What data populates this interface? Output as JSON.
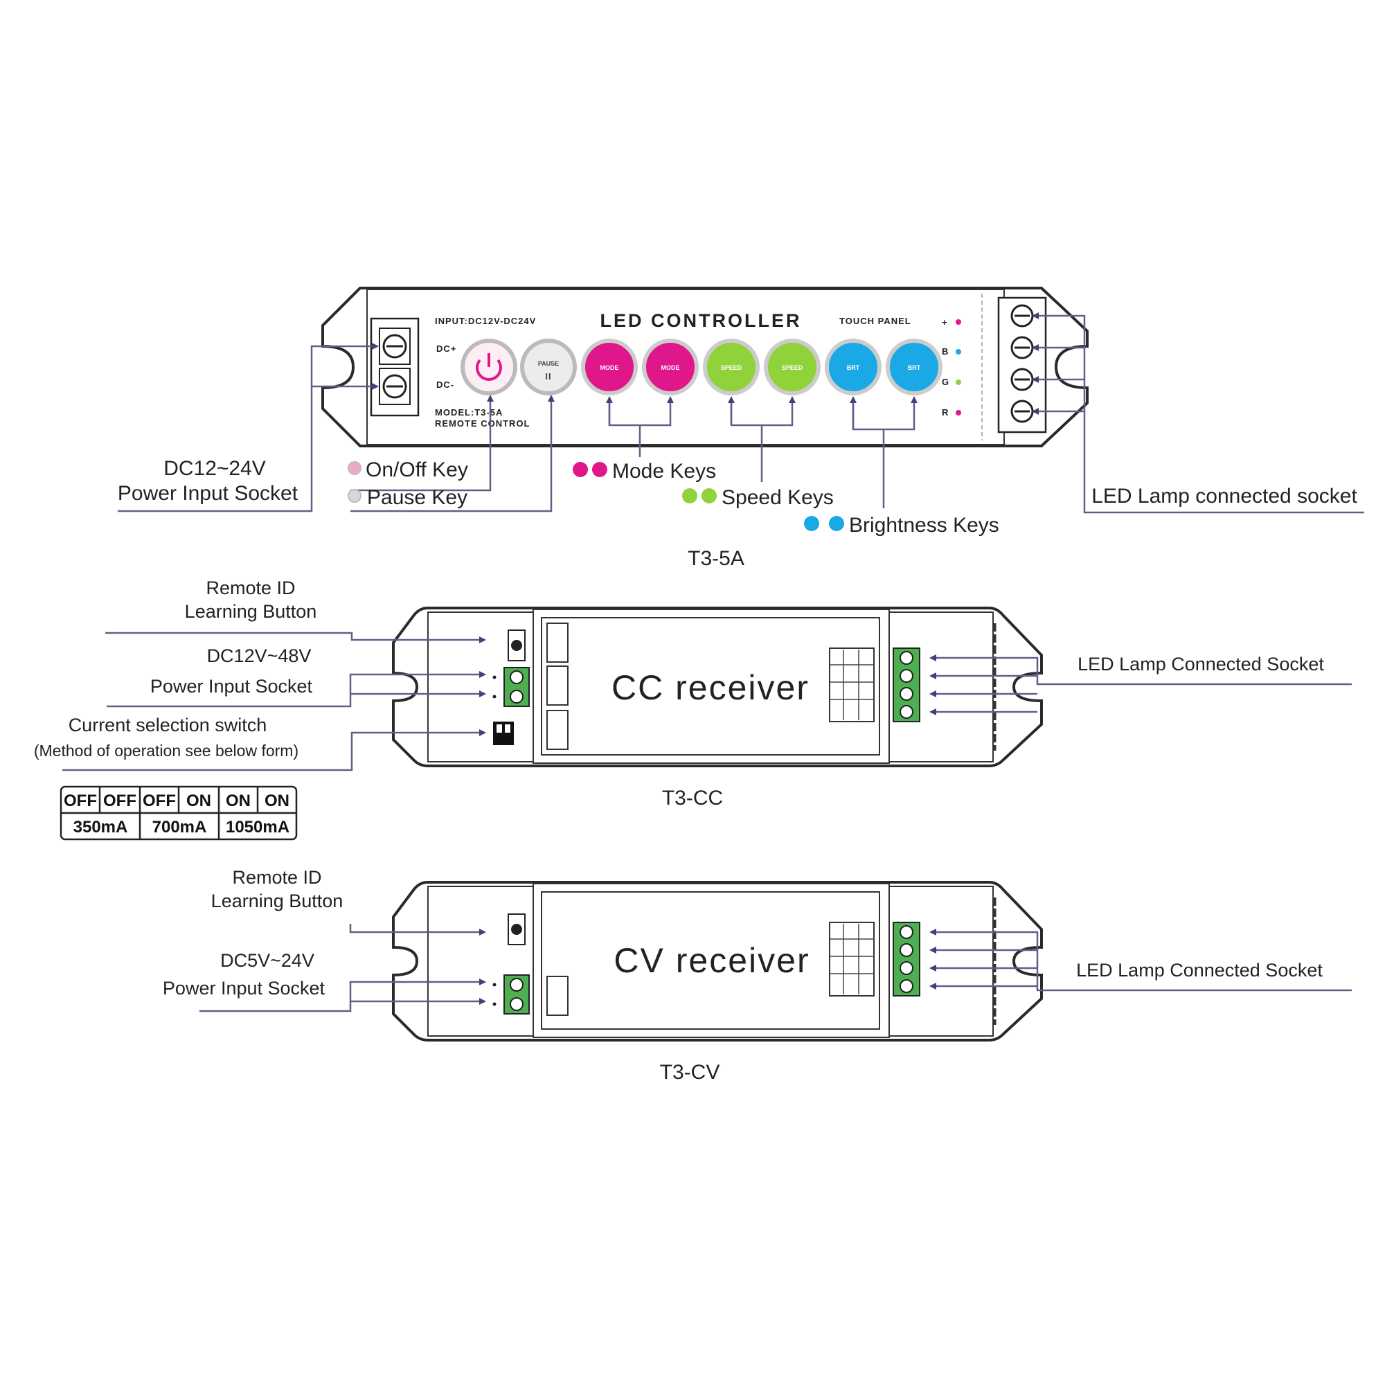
{
  "colors": {
    "mode_key": "#e0178a",
    "speed_key": "#8fd23a",
    "brightness_key": "#1aa8e6",
    "onoff_key": "#f0a8c8",
    "pause_key": "#d8d8d8",
    "terminal_green": "#4caf50",
    "leader_line": "#6a5a88",
    "outline": "#2a2a2a"
  },
  "t3_5a": {
    "device": {
      "title": "LED CONTROLLER",
      "input": "INPUT:DC12V-DC24V",
      "touch_panel": "TOUCH PANEL",
      "model": "MODEL:T3-5A",
      "remote_control": "REMOTE  CONTROL",
      "dc_plus": "DC+",
      "dc_minus": "DC-",
      "channel_plus": "+",
      "channel_b": "B",
      "channel_g": "G",
      "channel_r": "R",
      "pause_text": "PAUSE",
      "pause_symbol": "II",
      "mode_text": "MODE",
      "speed_text": "SPEED",
      "brt_text": "BRT"
    },
    "labels": {
      "power_line1": "DC12~24V",
      "power_line2": "Power Input Socket",
      "onoff_key": "On/Off  Key",
      "pause_key": "Pause Key",
      "mode_keys": "Mode Keys",
      "speed_keys": "Speed Keys",
      "brightness_keys": "Brightness Keys",
      "lamp_socket": "LED Lamp connected socket"
    },
    "caption": "T3-5A"
  },
  "t3_cc": {
    "device_label": "CC receiver",
    "labels": {
      "remote_id_line1": "Remote  ID",
      "remote_id_line2": "Learning  Button",
      "power_line1": "DC12V~48V",
      "power_line2": "Power  Input  Socket",
      "switch_line1": "Current selection switch",
      "switch_line2": "(Method of operation see below form)",
      "lamp_socket": "LED  Lamp  Connected  Socket"
    },
    "caption": "T3-CC",
    "current_table": {
      "switch_states": [
        "OFF",
        "OFF",
        "OFF",
        "ON",
        "ON",
        "ON"
      ],
      "currents": [
        "350mA",
        "700mA",
        "1050mA"
      ]
    }
  },
  "t3_cv": {
    "device_label": "CV receiver",
    "labels": {
      "remote_id_line1": "Remote  ID",
      "remote_id_line2": "Learning  Button",
      "power_line1": "DC5V~24V",
      "power_line2": "Power  Input  Socket",
      "lamp_socket": "LED  Lamp  Connected  Socket"
    },
    "caption": "T3-CV"
  }
}
